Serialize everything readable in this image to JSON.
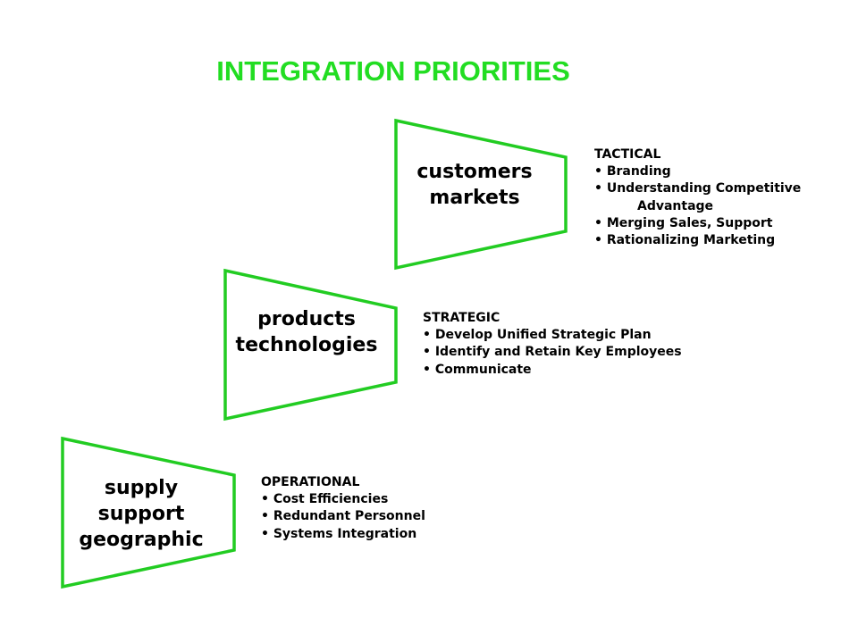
{
  "title": "INTEGRATION PRIORITIES",
  "colors": {
    "accent": "#22cc22",
    "title": "#22dd22"
  },
  "tiers": [
    {
      "label_lines": [
        "customers",
        "markets"
      ],
      "heading": "TACTICAL",
      "items": [
        "• Branding",
        "• Understanding  Competitive",
        "Advantage",
        "• Merging Sales, Support",
        "• Rationalizing  Marketing"
      ]
    },
    {
      "label_lines": [
        "products",
        "technologies"
      ],
      "heading": "STRATEGIC",
      "items": [
        "• Develop Unified Strategic Plan",
        "• Identify and Retain Key Employees",
        "• Communicate"
      ]
    },
    {
      "label_lines": [
        "supply",
        "support",
        "geographic"
      ],
      "heading": "OPERATIONAL",
      "items": [
        "• Cost Efficiencies",
        "• Redundant Personnel",
        "• Systems  Integration"
      ]
    }
  ]
}
